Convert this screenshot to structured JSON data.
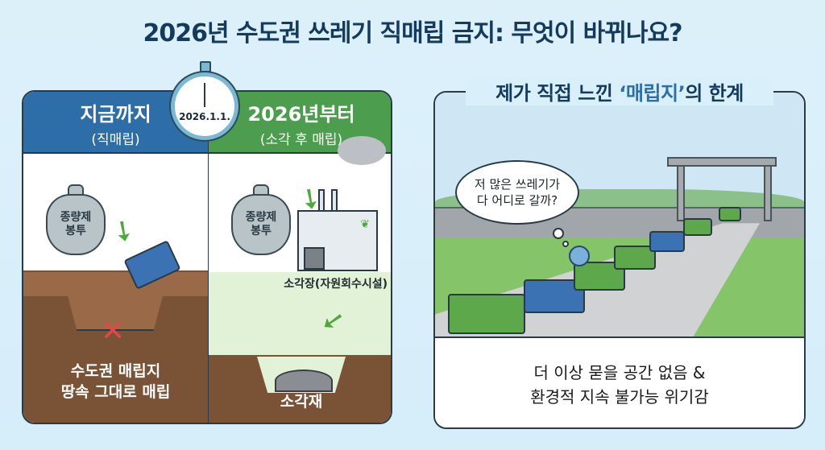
{
  "title": "2026년 수도권 쓰레기 직매립 금지: 무엇이 바뀌나요?",
  "comparison": {
    "stopwatch_date": "2026.1.1.",
    "before": {
      "title": "지금까지",
      "subtitle": "(직매립)",
      "bag_label_line1": "종량제",
      "bag_label_line2": "봉투",
      "bottom_line1": "수도권 매립지",
      "bottom_line2": "땅속 그대로 매립",
      "color": "#2e6ea8"
    },
    "after": {
      "title": "2026년부터",
      "subtitle": "(소각 후 매립)",
      "bag_label_line1": "종량제",
      "bag_label_line2": "봉투",
      "facility_label": "소각장(자원회수시설)",
      "bottom_label": "소각재",
      "color": "#4c9e4e"
    }
  },
  "story": {
    "title_pre": "제가 직접 느낀 ",
    "title_highlight": "‘매립지’",
    "title_post": "의 한계",
    "thought_line1": "저 많은 쓰레기가",
    "thought_line2": "다 어디로 갈까?",
    "caption_line1": "더 이상 묻을 공간 없음 &",
    "caption_line2": "환경적 지속 불가능 위기감"
  }
}
